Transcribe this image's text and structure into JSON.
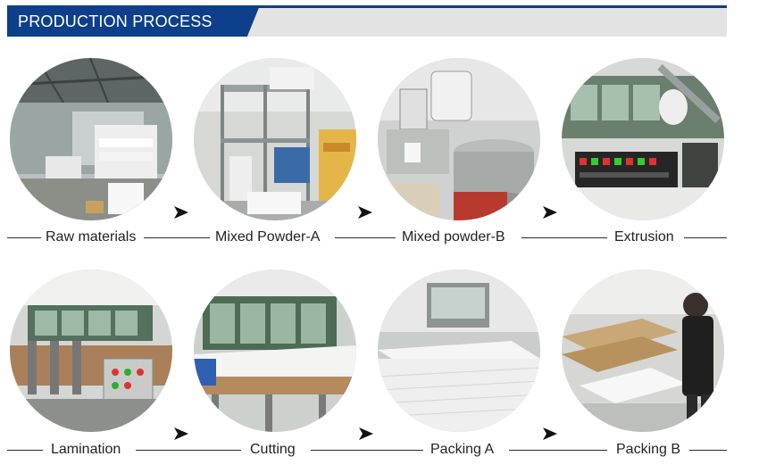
{
  "header": {
    "title": "PRODUCTION PROCESS"
  },
  "colors": {
    "brand": "#0d3f8a",
    "banner_grey": "#e3e3e3",
    "text": "#222222"
  },
  "steps": [
    {
      "label": "Raw materials"
    },
    {
      "label": "Mixed Powder-A"
    },
    {
      "label": "Mixed powder-B"
    },
    {
      "label": "Extrusion"
    },
    {
      "label": "Lamination"
    },
    {
      "label": "Cutting"
    },
    {
      "label": "Packing A"
    },
    {
      "label": "Packing B"
    }
  ]
}
